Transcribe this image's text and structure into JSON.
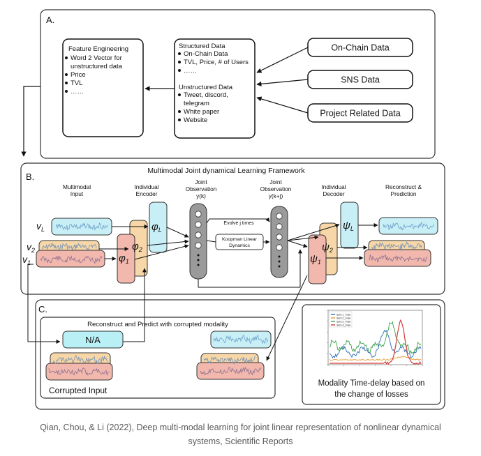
{
  "sectionA": {
    "letter": "A.",
    "feature_engineering": {
      "title": "Feature Engineering",
      "items": [
        "Word 2 Vector for",
        "unstructured data",
        "Price",
        "TVL",
        "……"
      ]
    },
    "structured": {
      "title": "Structured Data",
      "items": [
        "On-Chain Data",
        "TVL, Price, # of Users",
        "……"
      ]
    },
    "unstructured": {
      "title": "Unstructured Data",
      "items": [
        "Tweet, discord,",
        "telegram",
        "White paper",
        "Website"
      ]
    },
    "sources": [
      "On-Chain Data",
      "SNS Data",
      "Project Related Data"
    ]
  },
  "sectionB": {
    "letter": "B.",
    "title": "Multimodal Joint dynamical Learning Framework",
    "headers": {
      "multimodal_input": [
        "Multimodal",
        "Input"
      ],
      "encoder": [
        "Individual",
        "Encoder"
      ],
      "joint_obs_k": [
        "Joint",
        "Observation",
        "y(k)"
      ],
      "joint_obs_kj": [
        "Joint",
        "Observation",
        "y(k+j)"
      ],
      "decoder": [
        "Individual",
        "Decoder"
      ],
      "reconstruct": [
        "Reconstruct &",
        "Prediction"
      ]
    },
    "modalities": [
      "v",
      "v",
      "v"
    ],
    "modality_subscripts": [
      "L",
      "2",
      "1"
    ],
    "encoder_labels": [
      "φ",
      "φ",
      "φ"
    ],
    "encoder_subscripts": [
      "L",
      "2",
      "1"
    ],
    "decoder_labels": [
      "ψ",
      "ψ",
      "ψ"
    ],
    "decoder_subscripts": [
      "L",
      "2",
      "1"
    ],
    "evolve_label": "Evolve j times",
    "koopman": [
      "Koopman Linear",
      "Dynamics"
    ]
  },
  "sectionC": {
    "letter": "C.",
    "subtitle": "Reconstruct and Predict with corrupted modality",
    "na_label": "N/A",
    "corrupted_label": "Corrupted Input",
    "delay_caption": [
      "Modality Time-delay  based on",
      "the change of losses"
    ],
    "legend": [
      "Sent.1_rmse",
      "Sent.2_rmse",
      "Sent.3_rmse",
      "Sent.4_rmse"
    ],
    "legend_colors": [
      "#2d6bb4",
      "#e39a2e",
      "#3da34a",
      "#d13c36"
    ]
  },
  "caption": [
    "Qian, Chou, & Li (2022), Deep multi-modal learning for joint linear representation of nonlinear dynamical",
    "systems, Scientific Reports"
  ],
  "colors": {
    "cyan": "#c8eef6",
    "orange": "#f7d7a8",
    "red": "#f2b8ad",
    "nagreen": "#b9f0f6",
    "gray": "#9a9a9a"
  }
}
